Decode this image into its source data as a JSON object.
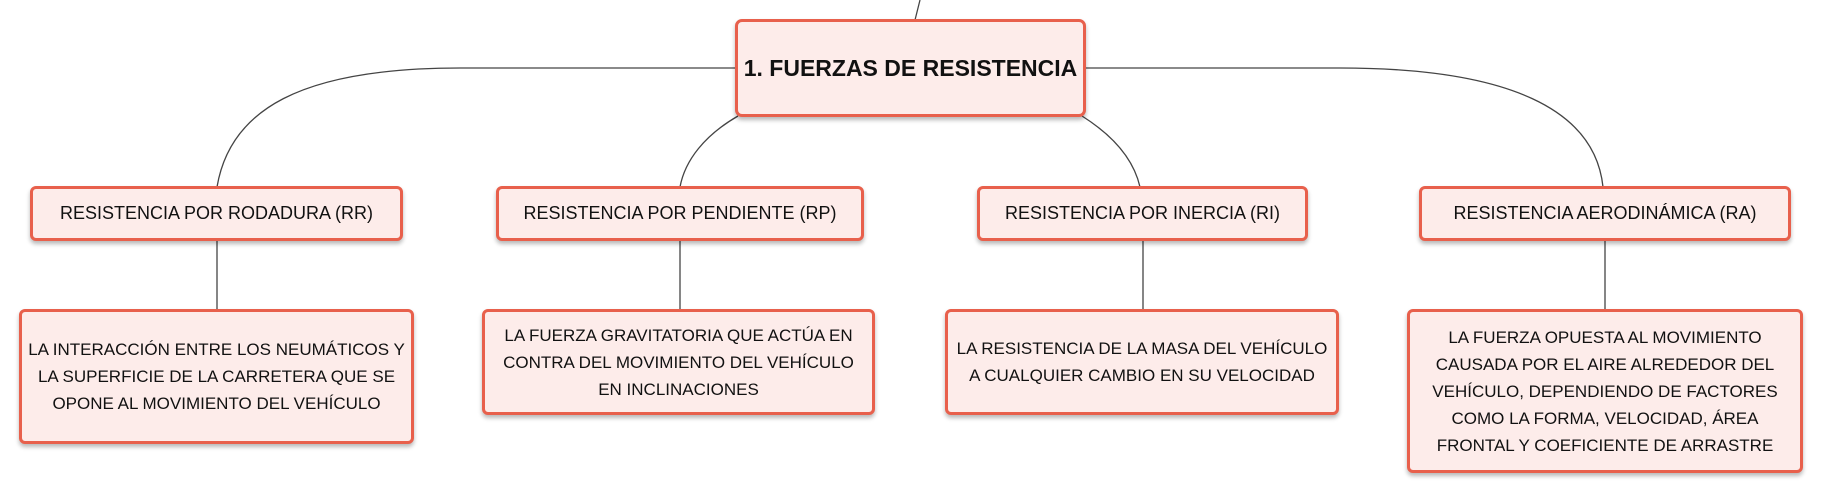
{
  "diagram": {
    "root": {
      "label": "1. FUERZAS DE RESISTENCIA"
    },
    "branches": [
      {
        "label": "RESISTENCIA POR RODADURA (RR)",
        "detail": "LA INTERACCIÓN ENTRE LOS NEUMÁTICOS Y LA SUPERFICIE DE LA CARRETERA QUE SE OPONE AL MOVIMIENTO DEL VEHÍCULO"
      },
      {
        "label": "RESISTENCIA POR PENDIENTE (RP)",
        "detail": "LA FUERZA GRAVITATORIA QUE ACTÚA EN CONTRA DEL MOVIMIENTO DEL VEHÍCULO EN INCLINACIONES"
      },
      {
        "label": "RESISTENCIA POR INERCIA (RI)",
        "detail": "LA RESISTENCIA DE LA MASA DEL VEHÍCULO A CUALQUIER CAMBIO EN SU VELOCIDAD"
      },
      {
        "label": "RESISTENCIA AERODINÁMICA (RA)",
        "detail": "LA FUERZA OPUESTA AL MOVIMIENTO CAUSADA POR EL AIRE ALREDEDOR DEL VEHÍCULO, DEPENDIENDO DE FACTORES COMO LA FORMA, VELOCIDAD, ÁREA FRONTAL Y COEFICIENTE DE ARRASTRE"
      }
    ],
    "colors": {
      "border": "#e8604c",
      "fill": "#fdecea",
      "line": "#444444"
    }
  }
}
